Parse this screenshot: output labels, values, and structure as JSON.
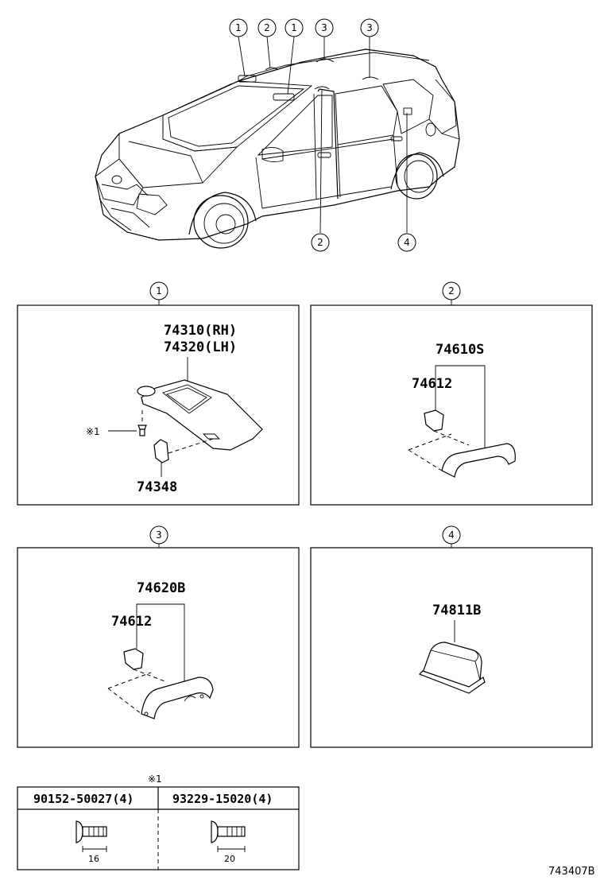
{
  "overview": {
    "callouts": [
      "1",
      "2",
      "1",
      "3",
      "3",
      "2",
      "4"
    ]
  },
  "panels": [
    {
      "number": "1",
      "labels": [
        "74310(RH)",
        "74320(LH)",
        "74348"
      ],
      "note_ref": "※1"
    },
    {
      "number": "2",
      "labels": [
        "74610S",
        "74612"
      ]
    },
    {
      "number": "3",
      "labels": [
        "74620B",
        "74612"
      ]
    },
    {
      "number": "4",
      "labels": [
        "74811B"
      ]
    }
  ],
  "fastener_table": {
    "ref": "※1",
    "columns": [
      {
        "part": "90152-50027(4)",
        "length": "16"
      },
      {
        "part": "93229-15020(4)",
        "length": "20"
      }
    ]
  },
  "diagram_code": "743407B"
}
